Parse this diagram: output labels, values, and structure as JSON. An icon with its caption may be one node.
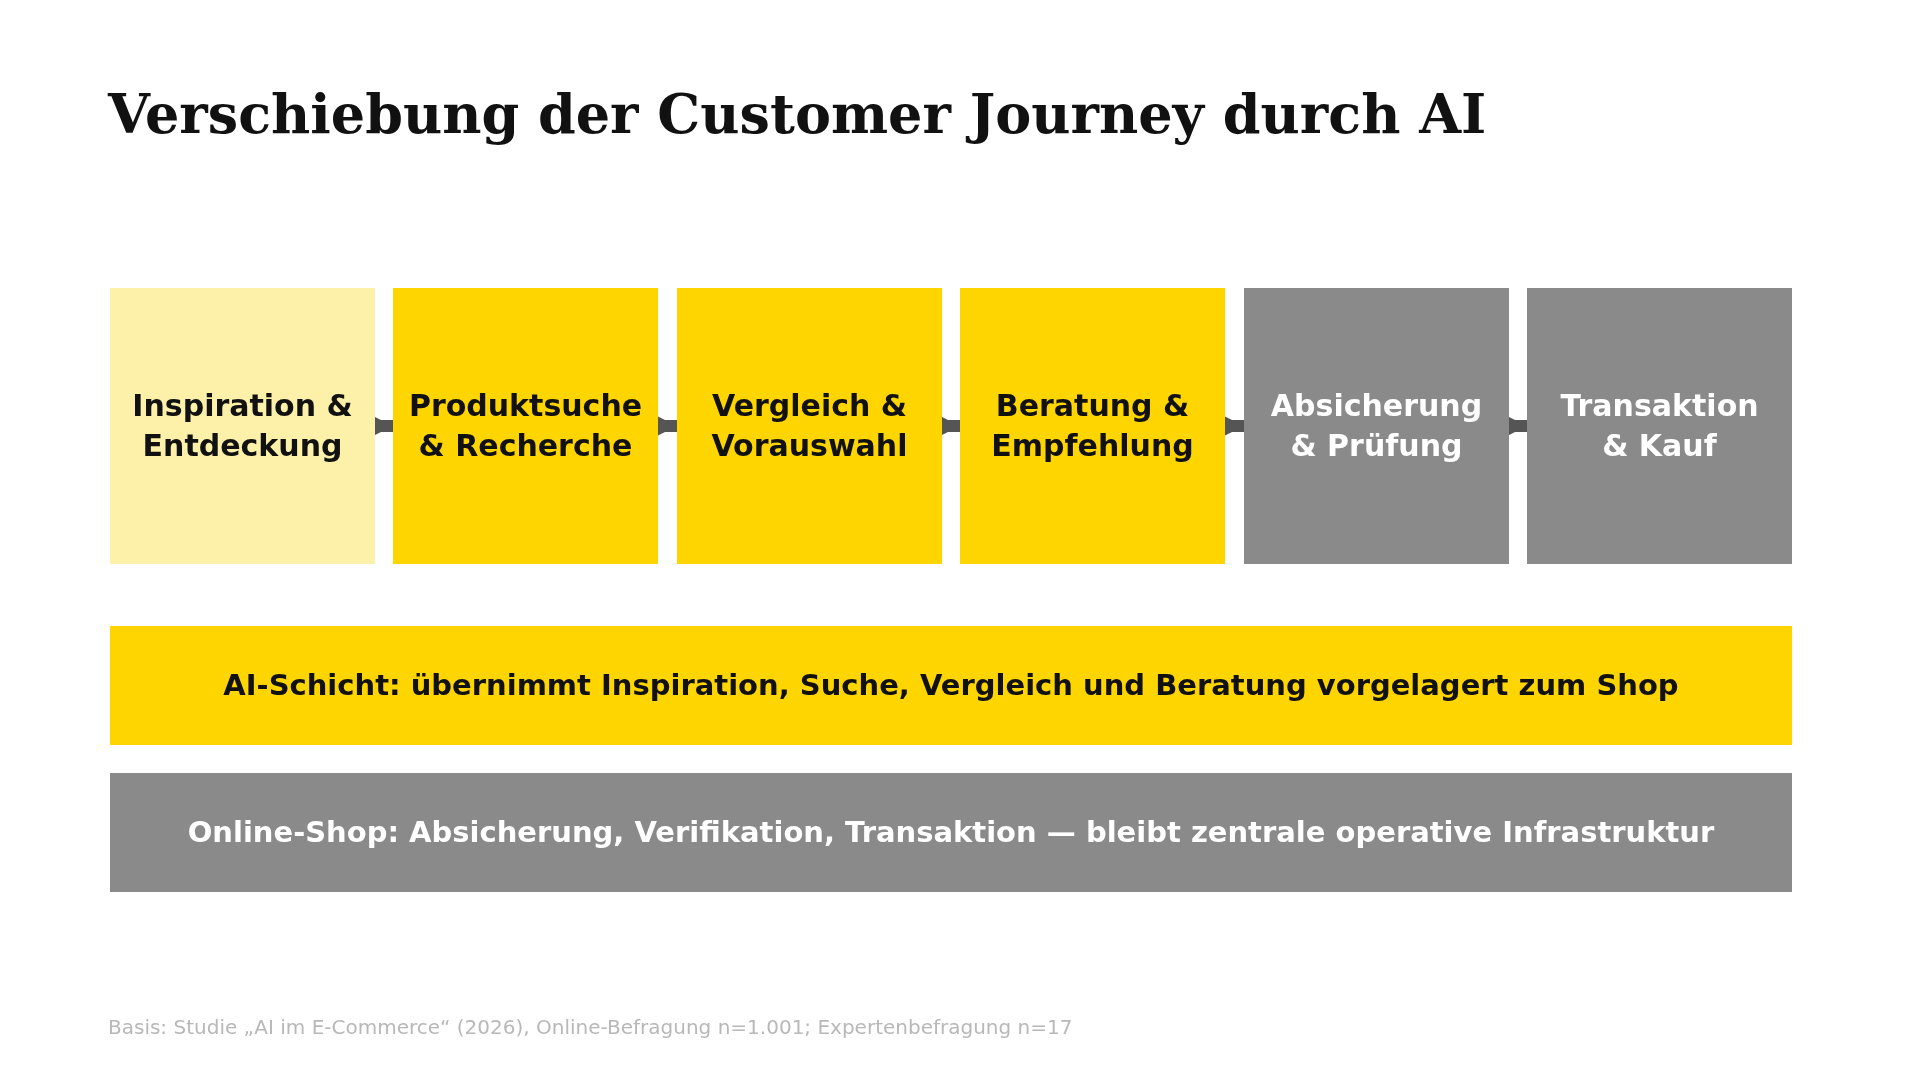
{
  "diagram": {
    "title": "Verschiebung der Customer Journey durch AI",
    "caption": "Basis: Studie „AI im E-Commerce“ (2026), Online-Befragung n=1.001; Expertenbefragung n=17",
    "nodes": [
      {
        "text": [
          "Inspiration & Entdeckung"
        ]
      },
      {
        "text": [
          "Produktsuche & Recherche"
        ]
      },
      {
        "text": [
          "Vergleich & Vorauswahl"
        ]
      },
      {
        "text": [
          "Beratung & Empfehlung"
        ]
      },
      {
        "text": [
          "Absicherung & Prüfung"
        ]
      },
      {
        "text": [
          "Transaktion & Kauf"
        ]
      },
      {
        "text": [
          "AI-Schicht: übernimmt Inspiration, Suche, Vergleich und Beratung vorgelagert zum Shop"
        ]
      },
      {
        "text": [
          "Online-Shop: Absicherung, Verifikation, Transaktion — bleibt zentrale operative Infrastruktur"
        ]
      }
    ],
    "edges": [
      {
        "from": 0,
        "to": 1,
        "arrow": "to"
      },
      {
        "from": 1,
        "to": 2,
        "arrow": "to"
      },
      {
        "from": 2,
        "to": 3,
        "arrow": "to"
      },
      {
        "from": 3,
        "to": 4,
        "arrow": "to"
      },
      {
        "from": 4,
        "to": 5,
        "arrow": "to"
      }
    ]
  }
}
